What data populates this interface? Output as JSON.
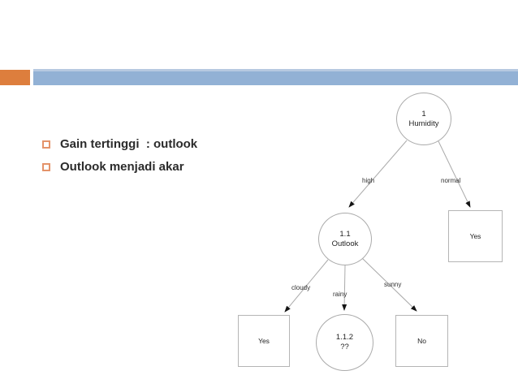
{
  "slide": {
    "bullets": [
      "Gain tertinggi  : outlook",
      "Outlook menjadi akar"
    ]
  },
  "colors": {
    "accent_orange": "#dd7e3d",
    "accent_blue": "#92b1d5",
    "accent_blue_light": "#b6c9e0",
    "bullet_orange": "#e4936a",
    "edge_gray": "#ababab",
    "text_dark": "#2b2b2b"
  },
  "tree": {
    "root": {
      "line1": "1",
      "line2": "Humidity"
    },
    "outlook": {
      "line1": "1.1",
      "line2": "Outlook"
    },
    "unknown": {
      "line1": "1.1.2",
      "line2": "??"
    },
    "leaf_normal": "Yes",
    "leaf_cloudy": "Yes",
    "leaf_sunny": "No",
    "edges": {
      "high": "high",
      "normal": "normal",
      "cloudy": "cloudy",
      "rainy": "rainy",
      "sunny": "sunny"
    }
  }
}
